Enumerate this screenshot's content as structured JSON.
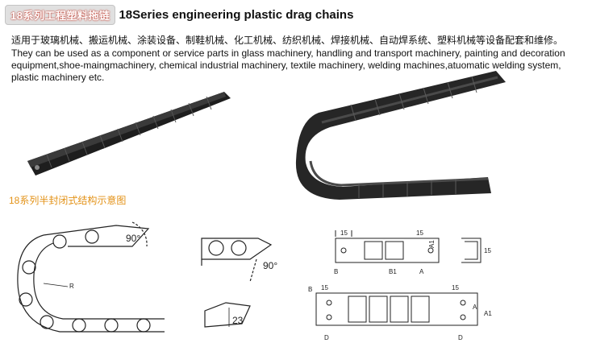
{
  "header": {
    "badge_text": "18系列工程塑料拖链",
    "title": "18Series engineering plastic drag chains"
  },
  "description_cn": "适用于玻璃机械、搬运机械、涂装设备、制鞋机械、化工机械、纺织机械、焊接机械、自动焊系统、塑料机械等设备配套和维修。",
  "description_en": "They can be used as a component or service parts in glass machinery, handling and transport machinery, painting and decoration equipment,shoe-maingmachinery, chemical industrial machinery, textile machinery, welding machines,atuomatic welding system, plastic machinery etc.",
  "section_title": "18系列半封闭式结构示意图",
  "diagrams": {
    "chain_bend": {
      "angle": "90°",
      "radius": "R"
    },
    "link_side": {
      "angle": "90°",
      "height": "23"
    },
    "top_view": {
      "dim_15a": "15",
      "dim_15b": "15",
      "dim_b": "B",
      "dim_a1": "A1",
      "dim_b1": "B1",
      "dim_a": "A"
    },
    "end_view": {
      "dim_15": "15"
    },
    "bottom_view": {
      "dim_b": "B",
      "dim_15a": "15",
      "dim_15b": "15",
      "dim_a": "A",
      "dim_a1": "A1",
      "dim_d1": "D",
      "dim_d2": "D"
    }
  },
  "colors": {
    "section_title": "#e39217",
    "badge_shadow": "#c0392b",
    "chain": "#262626"
  }
}
